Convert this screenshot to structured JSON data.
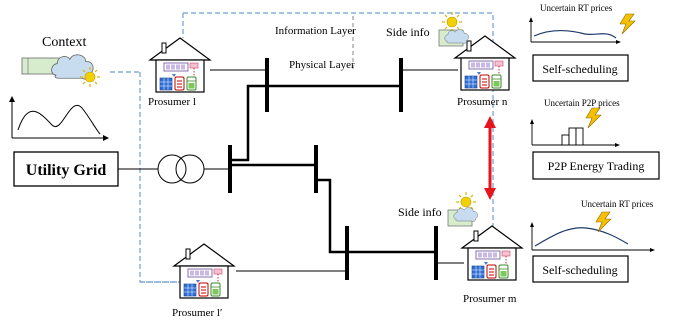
{
  "context_label": "Context",
  "info_layer_label": "Information Layer",
  "physical_layer_label": "Physical Layer",
  "utility_grid_label": "Utility Grid",
  "prosumers": {
    "l": "Prosumer l",
    "n": "Prosumer n",
    "lprime": "Prosumer l′",
    "m": "Prosumer m"
  },
  "side_info_top": "Side info",
  "side_info_bottom": "Side info",
  "right_panel": {
    "rt_prices_top": "Uncertain RT prices",
    "self_scheduling_top": "Self-scheduling",
    "p2p_prices": "Uncertain P2P prices",
    "p2p_trading": "P2P Energy Trading",
    "rt_prices_bottom": "Uncertain RT prices",
    "self_scheduling_bottom": "Self-scheduling"
  },
  "colors": {
    "info_layer_dash": "#6f9fd8",
    "arrow": "#e8141c",
    "cloud": "#c8dcf0",
    "sun": "#f5d000",
    "lightning": "#f5c000"
  },
  "icons": [
    "cloud-icon",
    "sun-icon",
    "lightning-icon",
    "house-icon",
    "transformer-icon"
  ]
}
